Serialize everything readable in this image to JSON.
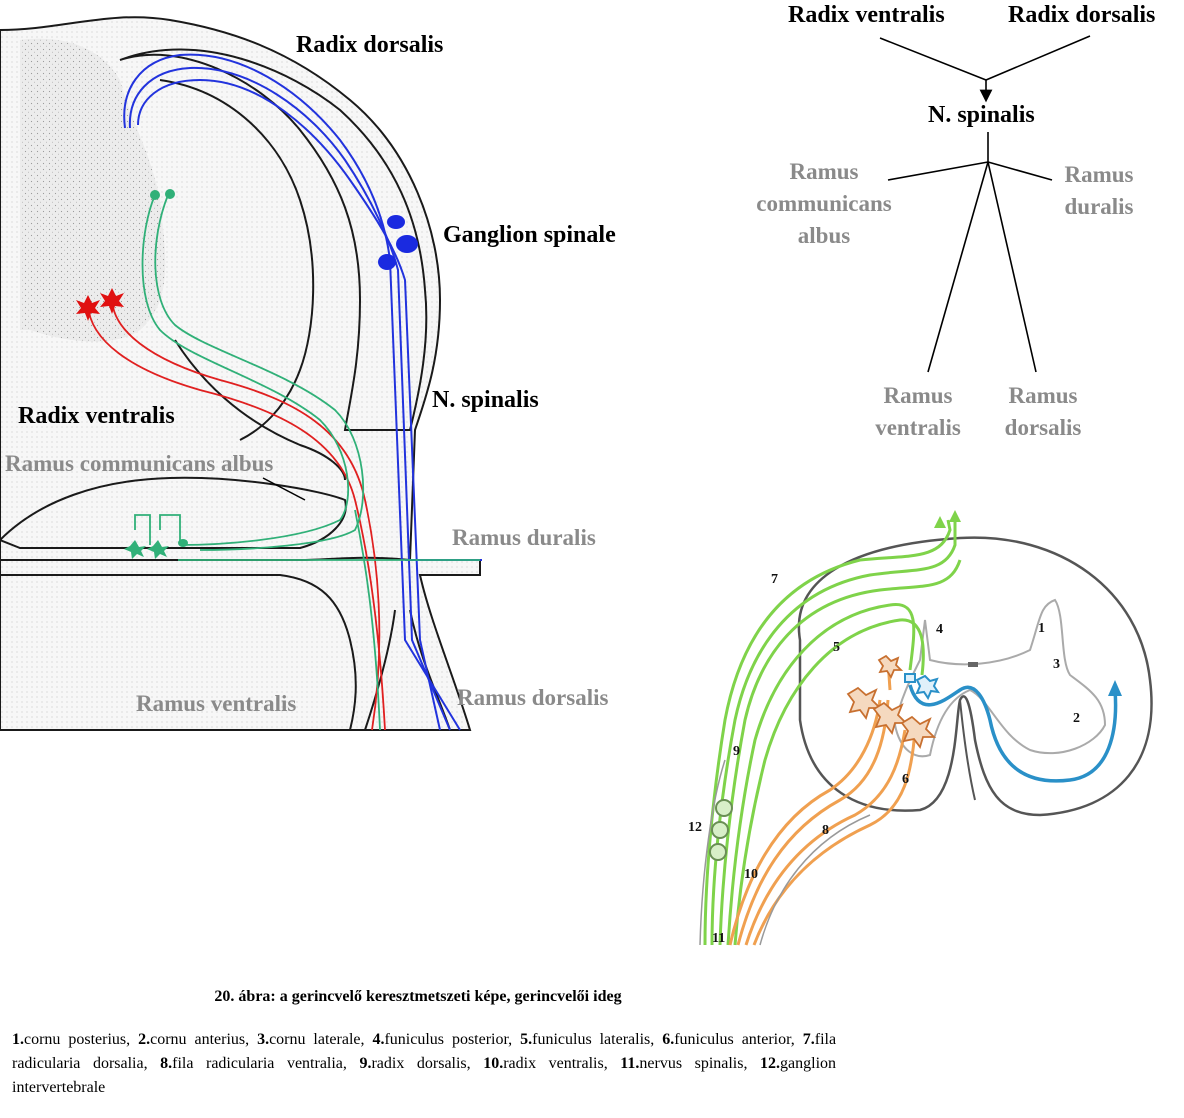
{
  "left_figure": {
    "radix_dorsalis": "Radix dorsalis",
    "ganglion_spinale": "Ganglion spinale",
    "n_spinalis": "N. spinalis",
    "radix_ventralis": "Radix ventralis",
    "ramus_communicans_albus": "Ramus communicans albus",
    "ramus_duralis": "Ramus duralis",
    "ramus_ventralis": "Ramus ventralis",
    "ramus_dorsalis": "Ramus dorsalis"
  },
  "tree": {
    "radix_ventralis": "Radix ventralis",
    "radix_dorsalis": "Radix dorsalis",
    "n_spinalis": "N. spinalis",
    "ramus_communicans": [
      "Ramus",
      "communicans",
      "albus"
    ],
    "ramus_duralis": [
      "Ramus",
      "duralis"
    ],
    "ramus_ventralis": [
      "Ramus",
      "ventralis"
    ],
    "ramus_dorsalis": [
      "Ramus",
      "dorsalis"
    ]
  },
  "cross_section": {
    "numbers": [
      "1",
      "2",
      "3",
      "4",
      "5",
      "6",
      "7",
      "8",
      "9",
      "10",
      "11",
      "12"
    ]
  },
  "caption": "20. ábra: a gerincvelő keresztmetszeti képe, gerincvelői ideg",
  "legend": [
    {
      "num": "1.",
      "text": "cornu posterius, "
    },
    {
      "num": "2.",
      "text": "cornu anterius, "
    },
    {
      "num": "3.",
      "text": "cornu laterale, "
    },
    {
      "num": "4.",
      "text": "funiculus posterior, "
    },
    {
      "num": "5.",
      "text": "funiculus lateralis, "
    },
    {
      "num": "6.",
      "text": "funiculus anterior, "
    },
    {
      "num": "7.",
      "text": "fila radicularia dorsalia, "
    },
    {
      "num": "8.",
      "text": "fila radicularia ventralia, "
    },
    {
      "num": "9.",
      "text": "radix dorsalis, "
    },
    {
      "num": "10.",
      "text": "radix ventralis, "
    },
    {
      "num": "11.",
      "text": "nervus spinalis, "
    },
    {
      "num": "12.",
      "text": "ganglion intervertebrale"
    }
  ],
  "colors": {
    "sensory": "#2233dd",
    "motor": "#e02020",
    "autonomic": "#30b078",
    "green_fiber": "#7fd34a",
    "orange_fiber": "#f0a050",
    "blue_fiber": "#2a90c8",
    "gray_label": "#8a8a8a"
  }
}
